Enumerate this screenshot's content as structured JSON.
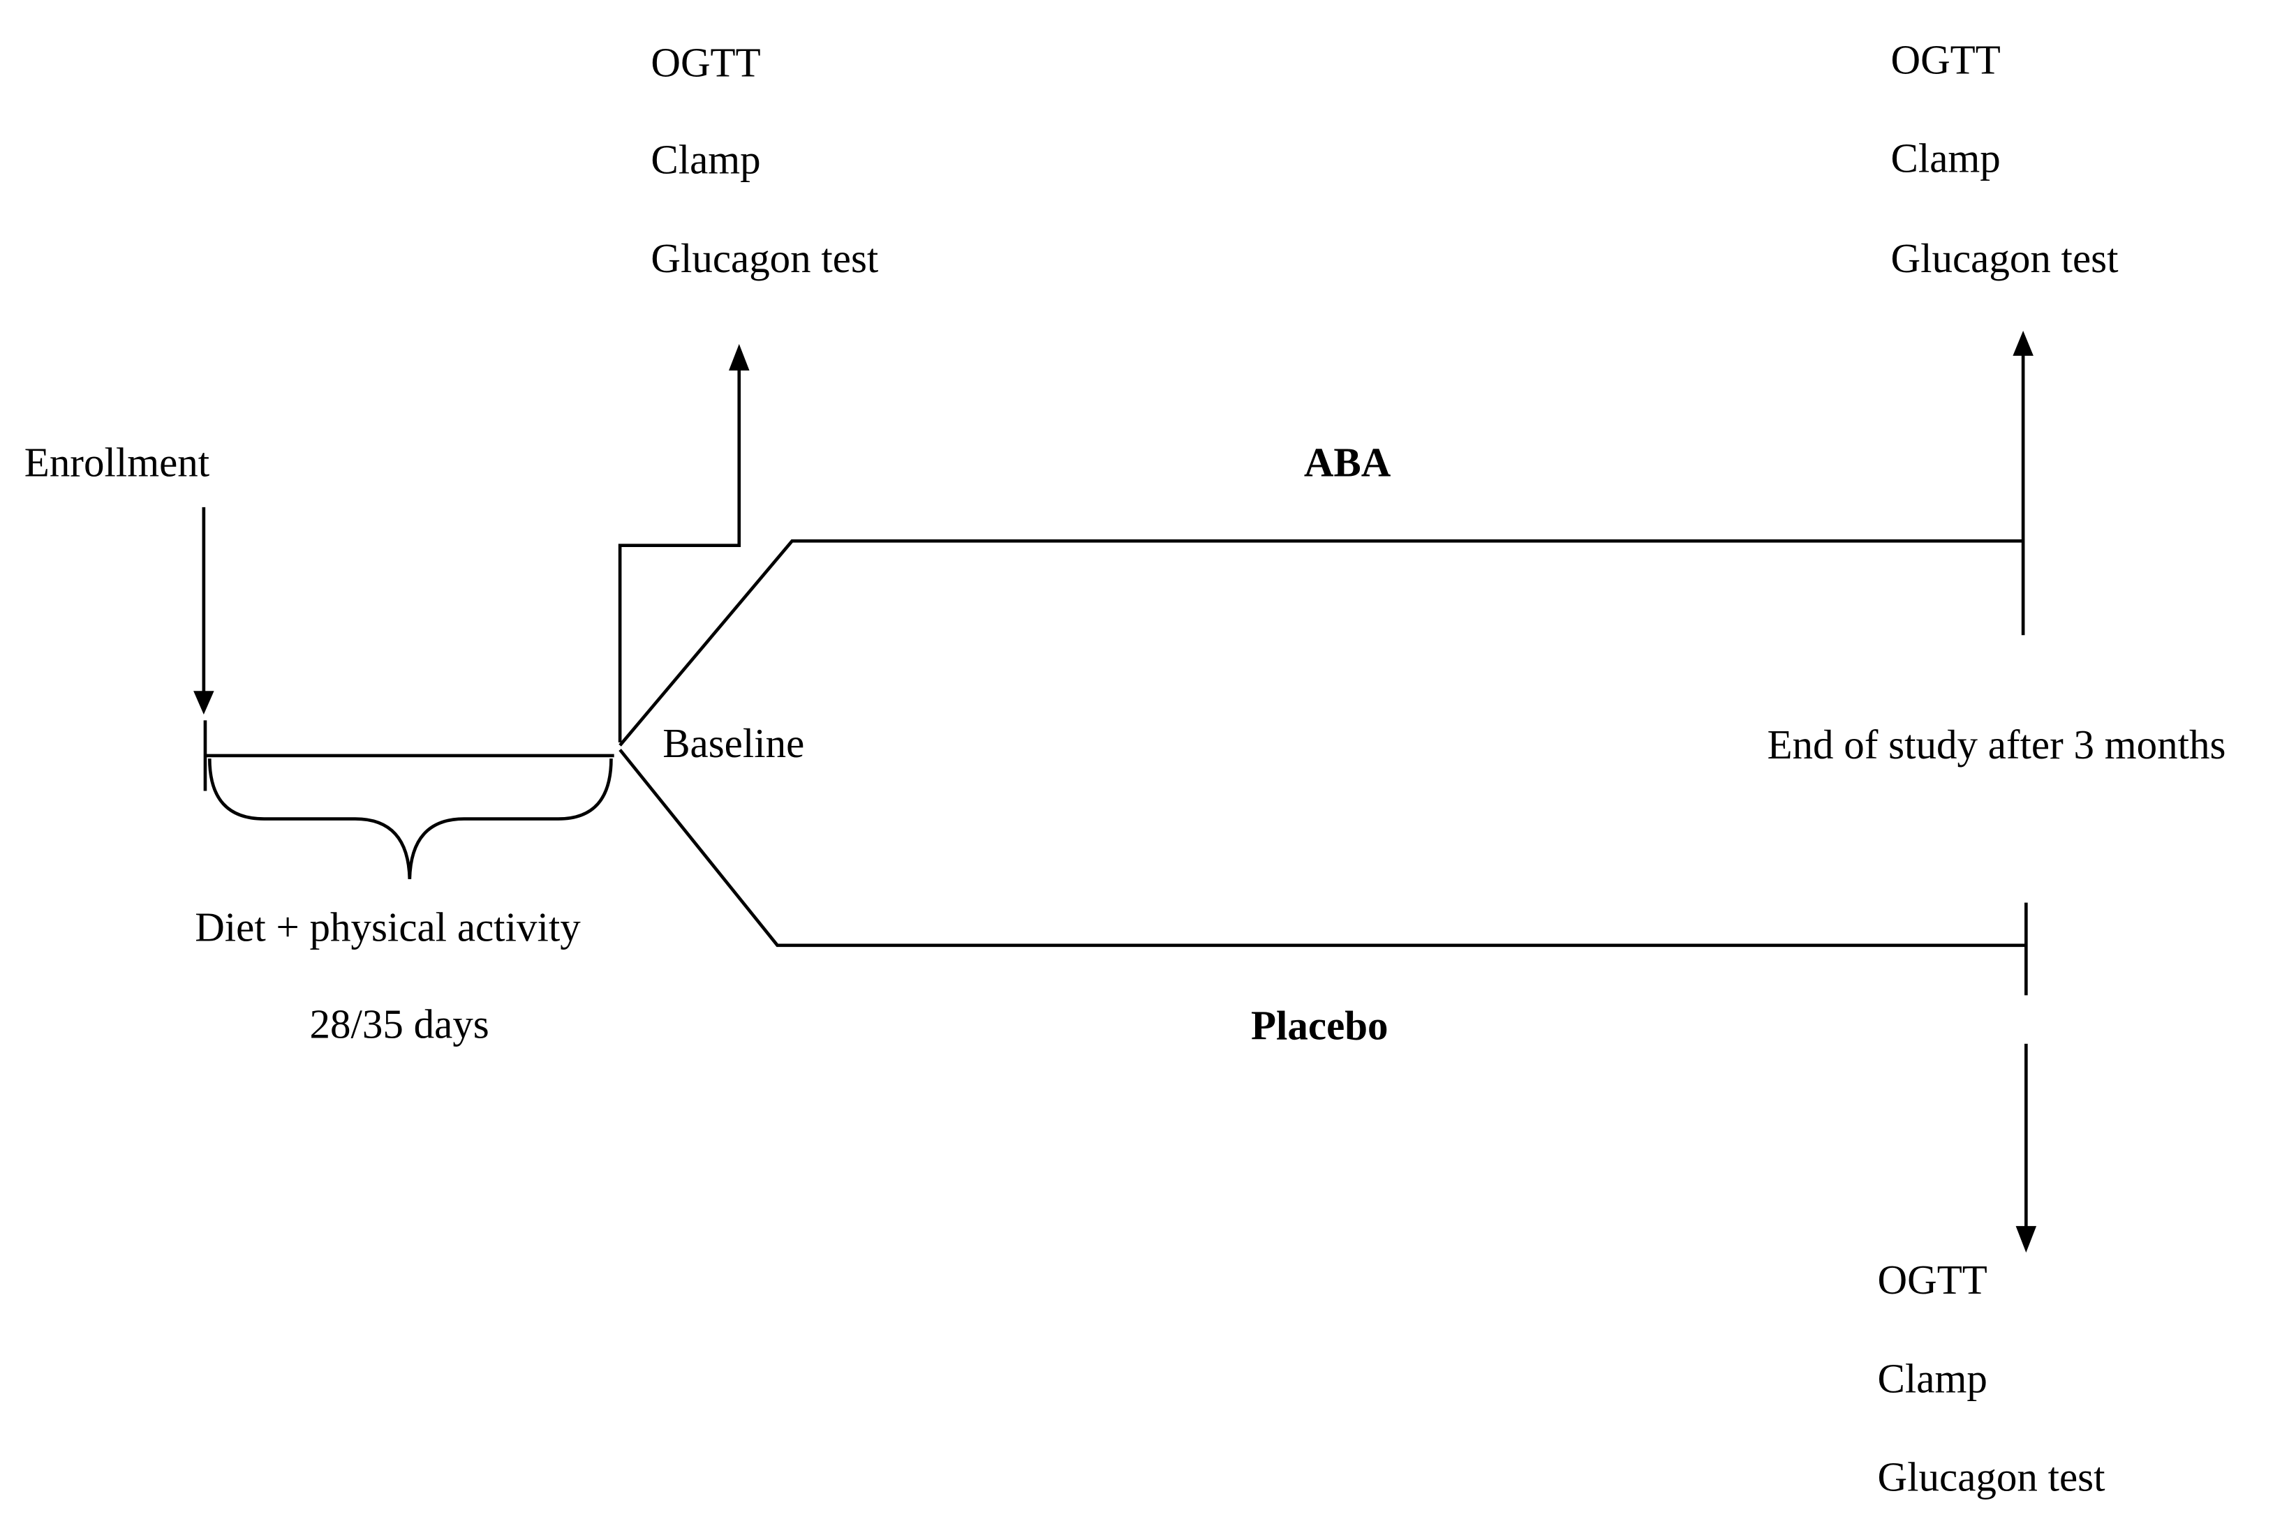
{
  "enrollment_label": "Enrollment",
  "run_in": {
    "label": "Diet + physical activity",
    "duration": "28/35 days"
  },
  "baseline_label": "Baseline",
  "baseline_tests": [
    "OGTT",
    "Clamp",
    "Glucagon test"
  ],
  "arms": {
    "aba_label": "ABA",
    "placebo_label": "Placebo"
  },
  "end_label": "End of study after 3 months",
  "end_tests_aba": [
    "OGTT",
    "Clamp",
    "Glucagon test"
  ],
  "end_tests_placebo": [
    "OGTT",
    "Clamp",
    "Glucagon test"
  ]
}
